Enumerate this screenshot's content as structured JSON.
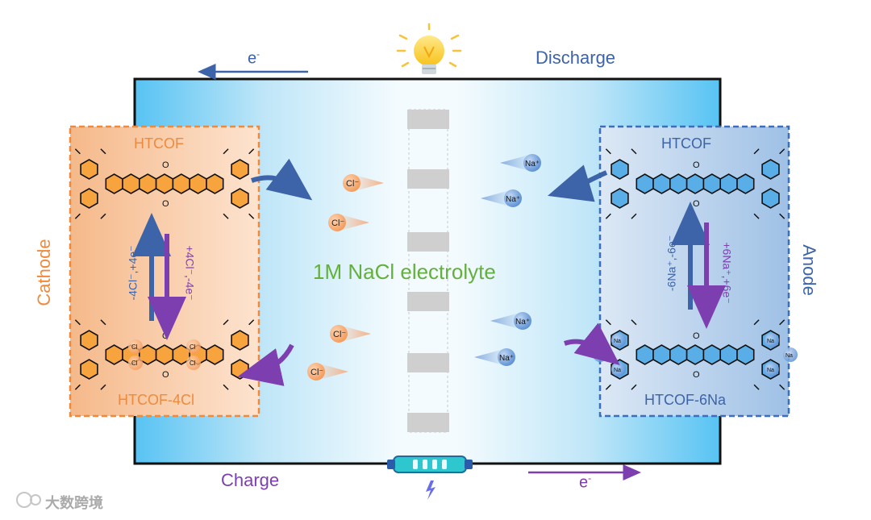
{
  "diagram": {
    "discharge_label": "Discharge",
    "charge_label": "Charge",
    "electron_top": "e",
    "electron_bottom": "e",
    "electron_sup": "-",
    "electrolyte_label": "1M NaCl electrolyte",
    "cathode_label": "Cathode",
    "anode_label": "Anode",
    "cathode_top_name": "HTCOF",
    "cathode_bottom_name": "HTCOF-4Cl",
    "anode_top_name": "HTCOF",
    "anode_bottom_name": "HTCOF-6Na",
    "cathode_left_reaction": "-4Cl⁻,+4e⁻",
    "cathode_right_reaction": "+4Cl⁻,-4e⁻",
    "anode_left_reaction": "-6Na⁺,-6e⁻",
    "anode_right_reaction": "+6Na⁺,+6e⁻",
    "chloride_ion": "Cl⁻",
    "sodium_ion": "Na⁺",
    "na_small": "Na",
    "watermark": "大数跨境",
    "colors": {
      "orange": "#ef8a3c",
      "blue_text": "#3d63a8",
      "purple": "#7d3fb0",
      "green": "#63b03c",
      "cyan": "#5cc8f2"
    }
  }
}
